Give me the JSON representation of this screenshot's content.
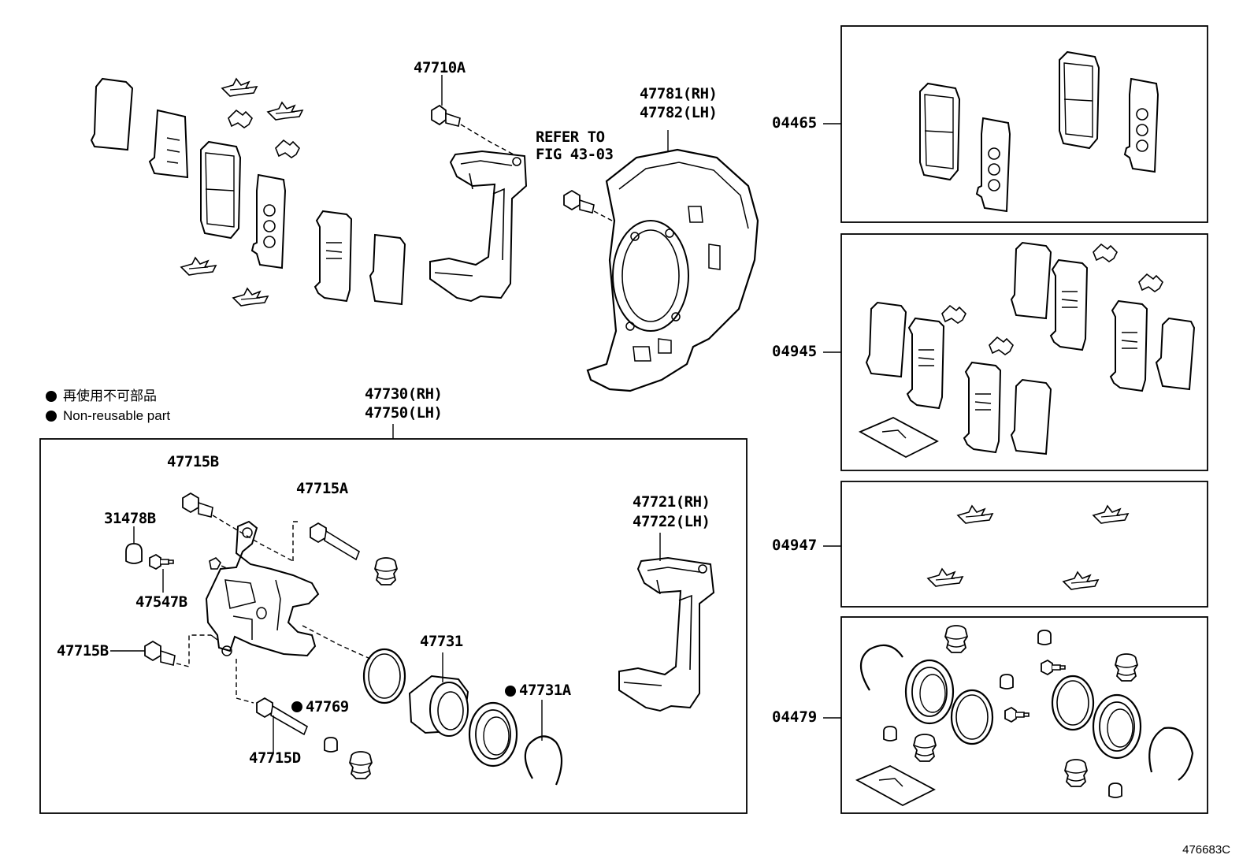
{
  "legend": {
    "jp": "再使用不可部品",
    "en": "Non-reusable part"
  },
  "labels": {
    "p47710A": "47710A",
    "refer_line1": "REFER TO",
    "refer_line2": "FIG 43-03",
    "shield_rh": "47781(RH)",
    "shield_lh": "47782(LH)",
    "caliper_rh": "47730(RH)",
    "caliper_lh": "47750(LH)",
    "p47715B_top": "47715B",
    "p47715A": "47715A",
    "p31478B": "31478B",
    "p47547B": "47547B",
    "p47715B_bottom": "47715B",
    "p47731": "47731",
    "p47769": "47769",
    "p47731A": "47731A",
    "p47715D": "47715D",
    "bracket_rh": "47721(RH)",
    "bracket_lh": "47722(LH)"
  },
  "kits": {
    "k04465": "04465",
    "k04945": "04945",
    "k04947": "04947",
    "k04479": "04479"
  },
  "figure_id": "476683C"
}
